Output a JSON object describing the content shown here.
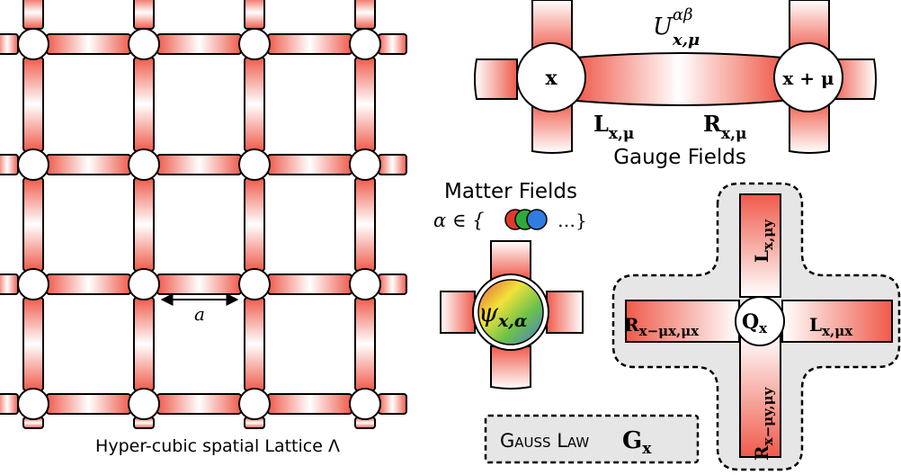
{
  "lattice": {
    "caption": "Hyper-cubic spatial Lattice Λ",
    "spacing_label": "a"
  },
  "gauge": {
    "link_label_main": "U",
    "link_label_sup": "αβ",
    "link_label_sub": "x,μ",
    "site_left": "x",
    "site_right": "x + μ",
    "left_rishon": "L",
    "left_rishon_sub": "x,μ",
    "right_rishon": "R",
    "right_rishon_sub": "x,μ",
    "title": "Gauge Fields"
  },
  "matter": {
    "title": "Matter Fields",
    "alpha_prefix": "α ∈ {",
    "alpha_suffix": "…}",
    "color_dots": [
      "#e03a2a",
      "#2eaa3a",
      "#2f7de0"
    ],
    "field_symbol": "ψ",
    "field_sub": "x,α"
  },
  "gauss": {
    "label_smallcaps": "Gauss Law",
    "label_operator": "G",
    "label_operator_sub": "x",
    "center_charge": "Q",
    "center_charge_sub": "x",
    "top_arm": "L",
    "top_arm_sub": "x,μy",
    "bottom_arm": "R",
    "bottom_arm_sub": "x−μy,μy",
    "left_arm": "R",
    "left_arm_sub": "x−μx,μx",
    "right_arm": "L",
    "right_arm_sub": "x,μx"
  },
  "colors": {
    "link_red": "#ef5a4a",
    "link_white": "#ffffff",
    "gauss_fill": "#e4e4e4"
  }
}
